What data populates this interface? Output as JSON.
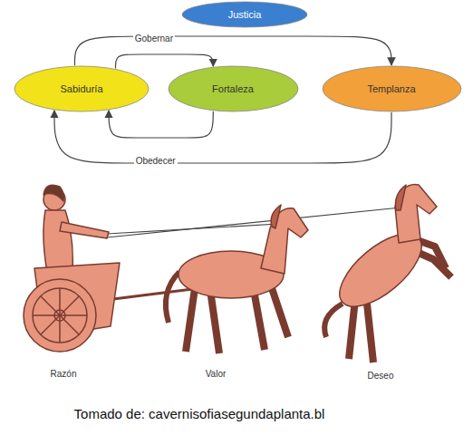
{
  "diagram": {
    "caption": "Tomado de: cavernisofiasegundaplanta.bl",
    "nodes": [
      {
        "text": [
          "Justicia"
        ]
      },
      {
        "text": [
          "Sabiduría"
        ]
      },
      {
        "text": [
          "Fortaleza"
        ]
      },
      {
        "text": [
          "Templanza"
        ]
      }
    ],
    "edges": [
      {
        "from": 1,
        "to": 3,
        "label": "Gobernar",
        "arrow": "to"
      },
      {
        "from": 1,
        "to": 2,
        "arrow": "to"
      },
      {
        "from": 3,
        "to": 1,
        "label": "Obedecer",
        "arrow": "to"
      },
      {
        "from": 2,
        "to": 1,
        "arrow": "to"
      }
    ],
    "labels": [
      "Razón",
      "Valor",
      "Deseo"
    ]
  }
}
